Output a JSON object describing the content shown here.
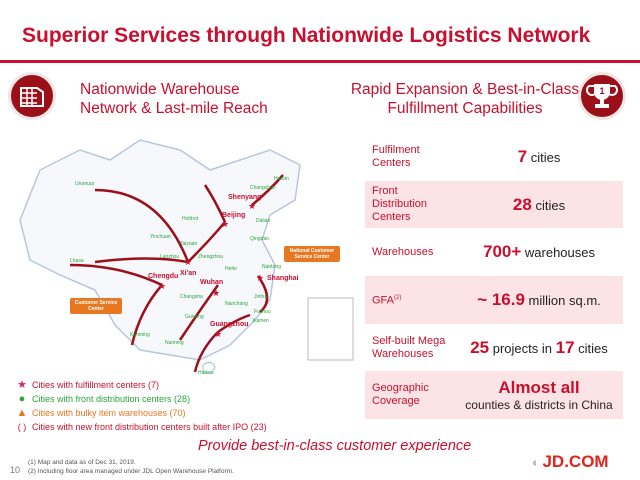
{
  "title": "Superior Services through Nationwide Logistics Network",
  "left_heading": {
    "line1": "Nationwide Warehouse",
    "line2": "Network & Last-mile Reach"
  },
  "right_heading": {
    "line1": "Rapid Expansion & Best-in-Class",
    "line2": "Fulfillment Capabilities"
  },
  "trophy_number": "1",
  "rows": [
    {
      "label": "Fulfilment Centers",
      "big": "7",
      "text": " cities"
    },
    {
      "label": "Front Distribution Centers",
      "big": "28",
      "text": " cities"
    },
    {
      "label": "Warehouses",
      "big": "700+",
      "text": " warehouses"
    },
    {
      "label": "GFA",
      "sup": "(2)",
      "big": "~ 16.9",
      "text": " million sq.m."
    },
    {
      "label": "Self-built Mega Warehouses",
      "big": "25",
      "text": " projects in ",
      "big2": "17",
      "text2": " cities"
    },
    {
      "label": "Geographic Coverage",
      "big": "Almost all",
      "text": "counties & districts in China"
    }
  ],
  "legend": [
    {
      "icon": "star",
      "text": "Cities with fulfillment centers (7)",
      "color": "#d6246e"
    },
    {
      "icon": "circle",
      "text": "Cities with front distribution centers (28)",
      "color": "#2aa63a"
    },
    {
      "icon": "triangle",
      "text": "Cities with bulky item warehouses (70)",
      "color": "#e87722"
    },
    {
      "icon": "dashed-oval",
      "text": "Cities with new front distribution centers built after IPO (23)",
      "color": "#c8102e"
    }
  ],
  "map": {
    "fulfillment_cities": [
      "Shenyang",
      "Beijing",
      "Xi'an",
      "Chengdu",
      "Wuhan",
      "Shanghai",
      "Guangzhou"
    ],
    "distribution_cities": [
      "Harbin",
      "Changchun",
      "Dalian",
      "Hohhot",
      "Urumuqi",
      "Yinchuan",
      "Taiyuan",
      "Lanzhou",
      "Lhasa",
      "Zhengzhou",
      "Qingdao",
      "Nantong",
      "Hefei",
      "Changsha",
      "Nanchang",
      "Jinhua",
      "Fuzhou",
      "Xiamen",
      "Guiyang",
      "Kunming",
      "Nanning",
      "Haikou"
    ],
    "national_cs": "National Customer Service Center",
    "cs": "Customer Service Center"
  },
  "tagline": "Provide best-in-class customer experience",
  "footnotes": [
    "(1)   Map and data as of Dec 31, 2019.",
    "(2)   Including floor area managed under JDL Open Warehouse Platform."
  ],
  "page_number": "10",
  "logo": "JD.COM"
}
